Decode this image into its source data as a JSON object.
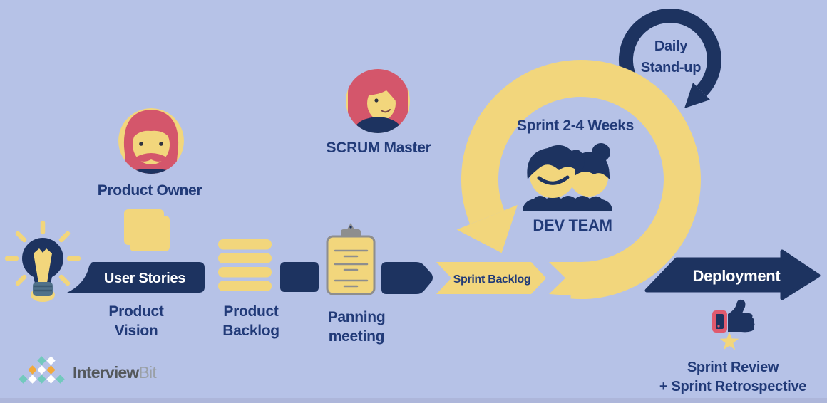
{
  "actors": {
    "product_owner": "Product Owner",
    "scrum_master": "SCRUM Master",
    "dev_team": "DEV TEAM"
  },
  "cycle": {
    "sprint": "Sprint 2-4 Weeks",
    "daily_line1": "Daily",
    "daily_line2": "Stand-up"
  },
  "flow": {
    "user_stories": "User Stories",
    "vision1": "Product",
    "vision2": "Vision",
    "backlog1": "Product",
    "backlog2": "Backlog",
    "meeting1": "Panning",
    "meeting2": "meeting",
    "sprint_backlog": "Sprint Backlog",
    "deployment": "Deployment",
    "review1": "Sprint Review",
    "review2": "+ Sprint Retrospective"
  },
  "brand": {
    "bold": "Interview",
    "light": "Bit"
  },
  "icons": [
    "lightbulb-icon",
    "sticky-notes-icon",
    "backlog-bars-icon",
    "clipboard-icon",
    "product-owner-avatar",
    "scrum-master-avatar",
    "dev-team-icon",
    "sprint-cycle-arrow",
    "daily-standup-arrow",
    "deployment-arrow",
    "thumbs-up-icon",
    "star-icon",
    "interviewbit-logo"
  ],
  "colors": {
    "background": "#b6c2e7",
    "navy_shape": "#1d3360",
    "navy_text": "#213a78",
    "yellow": "#f2d67c",
    "white": "#ffffff",
    "hair_red": "#d4566b",
    "cuff_red": "#e05a6e",
    "bulb_base": "#50718a",
    "clipboard_gray": "#8e8e8e",
    "logo_teal": "#72c9bd",
    "logo_orange": "#f2a93b",
    "logo_text_dark": "#54585c",
    "logo_text_light": "#9aa0a6"
  }
}
